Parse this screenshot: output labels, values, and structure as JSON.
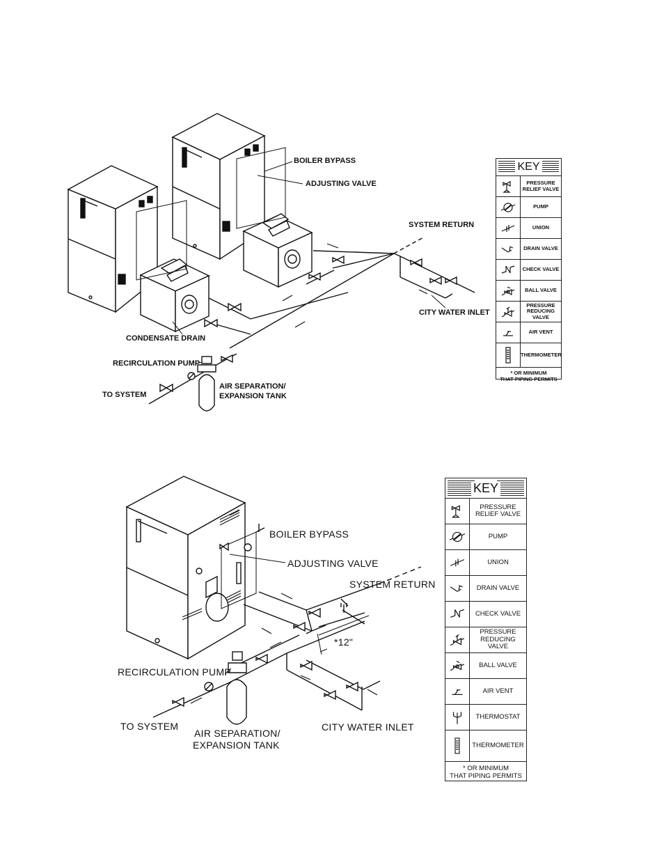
{
  "diagram_top": {
    "labels": {
      "boiler_bypass": "BOILER BYPASS",
      "adjusting_valve": "ADJUSTING VALVE",
      "system_return": "SYSTEM RETURN",
      "city_water_inlet": "CITY WATER INLET",
      "condensate_drain": "CONDENSATE DRAIN",
      "recirculation_pump": "RECIRCULATION PUMP",
      "to_system": "TO SYSTEM",
      "air_separation_1": "AIR SEPARATION/",
      "air_separation_2": "EXPANSION TANK"
    },
    "key": {
      "title": "KEY",
      "items": [
        {
          "icon": "pressure-relief-valve-icon",
          "label_1": "PRESSURE",
          "label_2": "RELIEF VALVE"
        },
        {
          "icon": "pump-icon",
          "label_1": "PUMP",
          "label_2": ""
        },
        {
          "icon": "union-icon",
          "label_1": "UNION",
          "label_2": ""
        },
        {
          "icon": "drain-valve-icon",
          "label_1": "DRAIN VALVE",
          "label_2": ""
        },
        {
          "icon": "check-valve-icon",
          "label_1": "CHECK VALVE",
          "label_2": ""
        },
        {
          "icon": "ball-valve-icon",
          "label_1": "BALL VALVE",
          "label_2": ""
        },
        {
          "icon": "pressure-reducing-valve-icon",
          "label_1": "PRESSURE",
          "label_2": "REDUCING VALVE"
        },
        {
          "icon": "air-vent-icon",
          "label_1": "AIR VENT",
          "label_2": ""
        },
        {
          "icon": "thermometer-icon",
          "label_1": "THERMOMETER",
          "label_2": ""
        }
      ],
      "note_1": "* OR MINIMUM",
      "note_2": "THAT PIPING PERMITS"
    }
  },
  "diagram_bottom": {
    "labels": {
      "boiler_bypass": "BOILER BYPASS",
      "adjusting_valve": "ADJUSTING VALVE",
      "system_return": "SYSTEM RETURN",
      "dimension": "*12\"",
      "recirculation_pump": "RECIRCULATION PUMP",
      "to_system": "TO SYSTEM",
      "air_separation_1": "AIR SEPARATION/",
      "air_separation_2": "EXPANSION TANK",
      "city_water_inlet": "CITY WATER INLET"
    },
    "key": {
      "title": "KEY",
      "items": [
        {
          "icon": "pressure-relief-valve-icon",
          "label_1": "PRESSURE",
          "label_2": "RELIEF VALVE"
        },
        {
          "icon": "pump-icon",
          "label_1": "PUMP",
          "label_2": ""
        },
        {
          "icon": "union-icon",
          "label_1": "UNION",
          "label_2": ""
        },
        {
          "icon": "drain-valve-icon",
          "label_1": "DRAIN VALVE",
          "label_2": ""
        },
        {
          "icon": "check-valve-icon",
          "label_1": "CHECK VALVE",
          "label_2": ""
        },
        {
          "icon": "pressure-reducing-valve-icon",
          "label_1": "PRESSURE",
          "label_2": "REDUCING VALVE"
        },
        {
          "icon": "ball-valve-icon",
          "label_1": "BALL VALVE",
          "label_2": ""
        },
        {
          "icon": "air-vent-icon",
          "label_1": "AIR VENT",
          "label_2": ""
        },
        {
          "icon": "thermostat-icon",
          "label_1": "THERMOSTAT",
          "label_2": ""
        },
        {
          "icon": "thermometer-icon",
          "label_1": "THERMOMETER",
          "label_2": ""
        }
      ],
      "note_1": "* OR MINIMUM",
      "note_2": "THAT PIPING PERMITS"
    }
  }
}
